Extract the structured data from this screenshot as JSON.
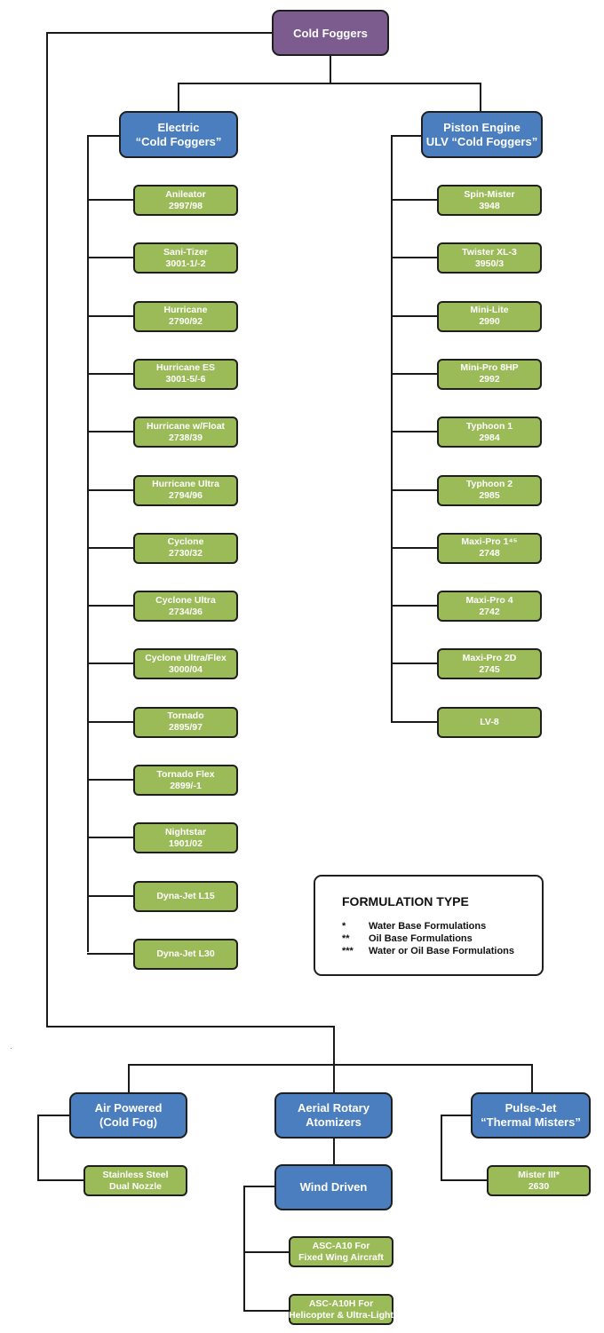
{
  "root": {
    "label": "Cold Foggers"
  },
  "electric": {
    "line1": "Electric",
    "line2": "“Cold Foggers”",
    "items": [
      {
        "name": "Anileator",
        "model": "2997/98"
      },
      {
        "name": "Sani-Tizer",
        "model": "3001-1/-2"
      },
      {
        "name": "Hurricane",
        "model": "2790/92"
      },
      {
        "name": "Hurricane ES",
        "model": "3001-5/-6"
      },
      {
        "name": "Hurricane w/Float",
        "model": "2738/39"
      },
      {
        "name": "Hurricane Ultra",
        "model": "2794/96"
      },
      {
        "name": "Cyclone",
        "model": "2730/32"
      },
      {
        "name": "Cyclone Ultra",
        "model": "2734/36"
      },
      {
        "name": "Cyclone Ultra/Flex",
        "model": "3000/04"
      },
      {
        "name": "Tornado",
        "model": "2895/97"
      },
      {
        "name": "Tornado Flex",
        "model": "2899/-1"
      },
      {
        "name": "Nightstar",
        "model": "1901/02"
      },
      {
        "name": "Dyna-Jet L15",
        "model": ""
      },
      {
        "name": "Dyna-Jet L30",
        "model": ""
      }
    ]
  },
  "piston": {
    "line1": "Piston Engine",
    "line2": "ULV “Cold Foggers”",
    "items": [
      {
        "name": "Spin-Mister",
        "model": "3948"
      },
      {
        "name": "Twister XL-3",
        "model": "3950/3"
      },
      {
        "name": "Mini-Lite",
        "model": "2990"
      },
      {
        "name": "Mini-Pro 8HP",
        "model": "2992"
      },
      {
        "name": "Typhoon 1",
        "model": "2984"
      },
      {
        "name": "Typhoon 2",
        "model": "2985"
      },
      {
        "name": "Maxi-Pro 1⁴⁵",
        "model": "2748"
      },
      {
        "name": "Maxi-Pro 4",
        "model": "2742"
      },
      {
        "name": "Maxi-Pro 2D",
        "model": "2745"
      },
      {
        "name": "LV-8",
        "model": ""
      }
    ]
  },
  "legend": {
    "title": "FORMULATION TYPE",
    "rows": [
      {
        "symbol": "*",
        "text": "Water Base Formulations"
      },
      {
        "symbol": "**",
        "text": "Oil Base Formulations"
      },
      {
        "symbol": "***",
        "text": "Water or Oil Base Formulations"
      }
    ]
  },
  "air": {
    "line1": "Air Powered",
    "line2": "(Cold Fog)",
    "item": {
      "name": "Stainless Steel",
      "model": "Dual Nozzle"
    }
  },
  "aerial": {
    "line1": "Aerial Rotary",
    "line2": "Atomizers",
    "sub": {
      "label": "Wind Driven"
    },
    "items": [
      {
        "name": "ASC-A10 For",
        "model": "Fixed Wing Aircraft"
      },
      {
        "name": "ASC-A10H For",
        "model": "Helicopter & Ultra-Light"
      }
    ]
  },
  "pulse": {
    "line1": "Pulse-Jet",
    "line2": "“Thermal Misters”",
    "item": {
      "name": "Mister III*",
      "model": "2630"
    }
  }
}
